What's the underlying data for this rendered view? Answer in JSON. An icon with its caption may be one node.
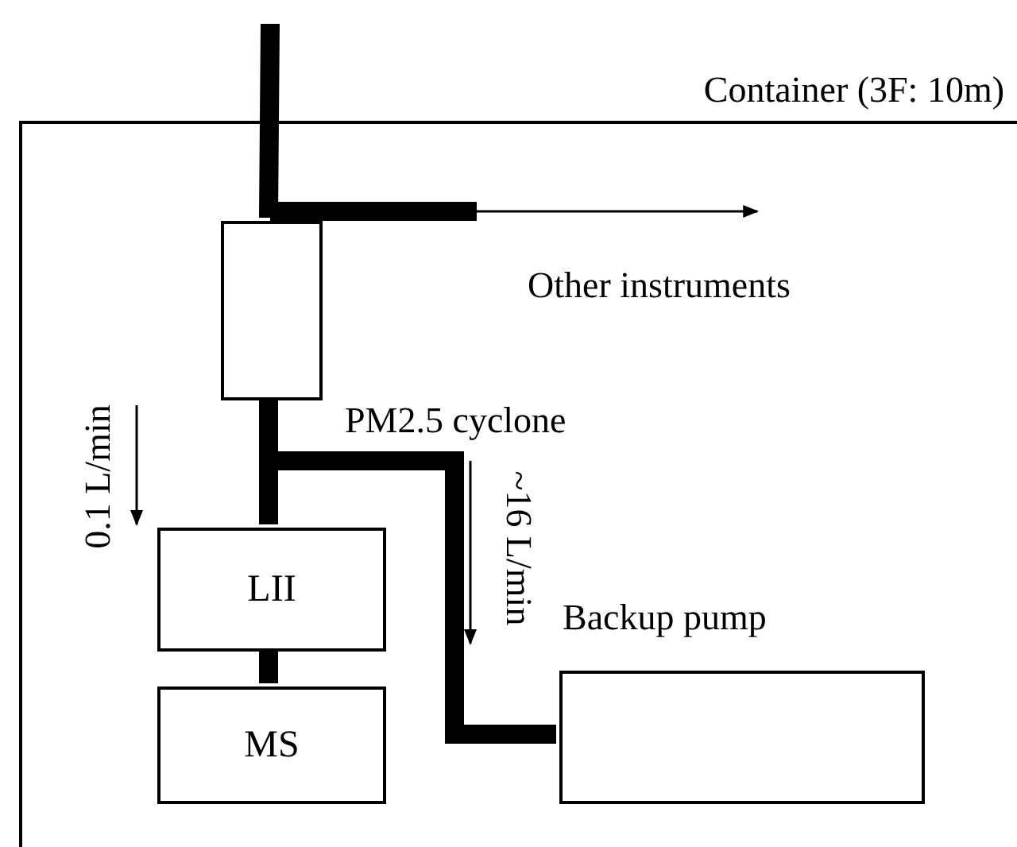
{
  "diagram": {
    "nodes": [
      {
        "text": [
          "Container (3F: 10m)"
        ]
      },
      {
        "text": [],
        "shape": "box",
        "beside": [
          "PM2.5 cyclone"
        ],
        "in": 0
      },
      {
        "text": [
          "LII"
        ],
        "in": 0
      },
      {
        "text": [
          "MS"
        ],
        "in": 0
      },
      {
        "text": [
          "Backup pump"
        ],
        "in": 0
      },
      {
        "text": [
          "Other instruments"
        ],
        "in": 0
      }
    ],
    "edges": [
      {
        "from": null,
        "to": 1,
        "arrow": "none"
      },
      {
        "from": null,
        "to": 5,
        "arrow": "to"
      },
      {
        "from": 1,
        "to": 2,
        "arrow": "none"
      },
      {
        "from": 1,
        "to": 4,
        "arrow": "none"
      },
      {
        "from": 2,
        "to": 3,
        "arrow": "none"
      }
    ],
    "labels": [
      "0.1 L/min",
      "~16 L/min"
    ]
  }
}
